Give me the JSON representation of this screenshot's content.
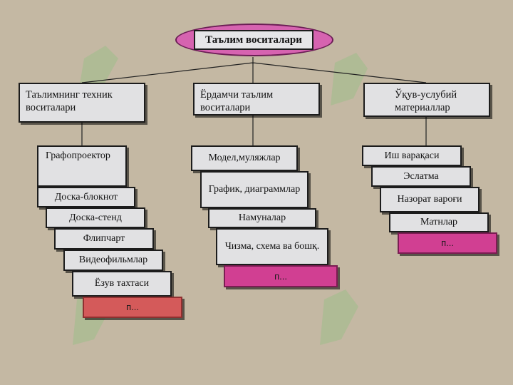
{
  "colors": {
    "background": "#c4b8a3",
    "box_fill": "#e1e1e3",
    "ellipse_fill": "#d663b0",
    "pink_box": "#d13f92",
    "salmon_box": "#d45a5a",
    "watermark": "#9fbe8a"
  },
  "title": "Таълим воситалари",
  "categories": [
    {
      "label": "Таълимнинг  техник воситалари"
    },
    {
      "label": "Ёрдамчи таълим воситалари"
    },
    {
      "label": "Ўқув-услубий материаллар"
    }
  ],
  "columns": {
    "technical": [
      "Графопроектор",
      "Доска-блокнот",
      "Доска-стенд",
      "Флипчарт",
      "Видеофильмлар",
      "Ёзув тахтаси",
      "п..."
    ],
    "auxiliary": [
      "Модел,муляжлар",
      "График, диаграммлар",
      "Намуналар",
      "Чизма, схема ва бошқ.",
      "п..."
    ],
    "methodical": [
      "Иш варақаси",
      "Эслатма",
      "Назорат вароғи",
      "Матнлар",
      "п..."
    ]
  }
}
